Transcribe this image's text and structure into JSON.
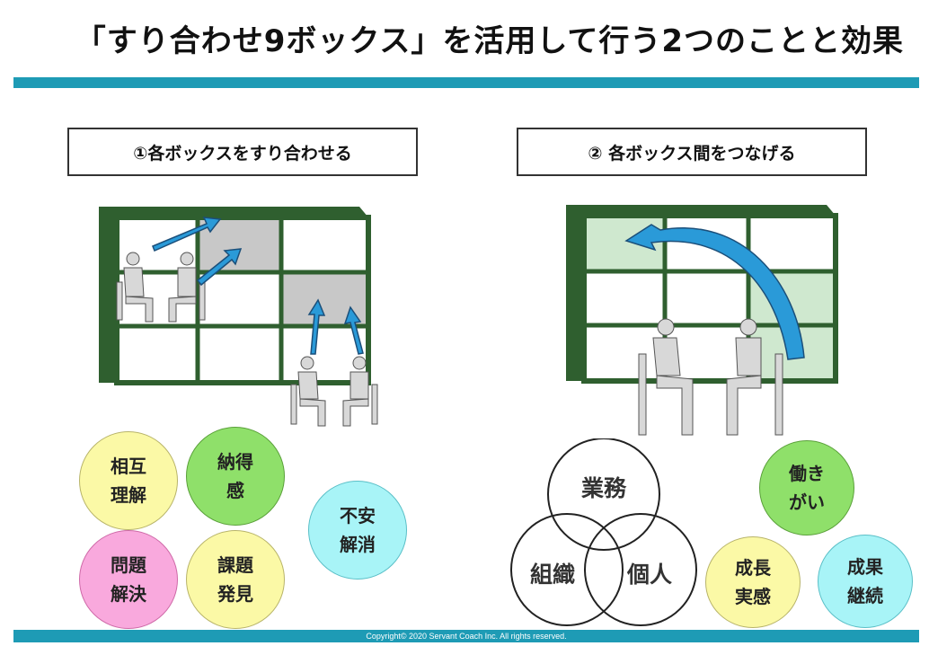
{
  "title": "「すり合わせ9ボックス」を活用して行う2つのことと効果",
  "section1": {
    "label": "①各ボックスをすり合わせる"
  },
  "section2": {
    "label": "② 各ボックス間をつなげる"
  },
  "effects_left": [
    {
      "text": "相互\n理解",
      "color": "#fbf9a6"
    },
    {
      "text": "納得\n感",
      "color": "#8fe06a"
    },
    {
      "text": "不安\n解消",
      "color": "#a8f4f7"
    },
    {
      "text": "問題\n解決",
      "color": "#f9a9dd"
    },
    {
      "text": "課題\n発見",
      "color": "#fbf9a6"
    }
  ],
  "venn": {
    "top": "業務",
    "left": "組織",
    "right": "個人"
  },
  "effects_right": [
    {
      "text": "働き\nがい",
      "color": "#8fe06a"
    },
    {
      "text": "成長\n実感",
      "color": "#fbf9a6"
    },
    {
      "text": "成果\n継続",
      "color": "#a8f4f7"
    }
  ],
  "footer": "Copyright© 2020 Servant Coach Inc. All rights reserved.",
  "colors": {
    "accent_bar": "#1e9bb5",
    "grid_green": "#2f5f2f",
    "cell_gray": "#c8c8c8",
    "cell_light_green": "#cfe8cf",
    "arrow_blue": "#2a9ad8"
  }
}
